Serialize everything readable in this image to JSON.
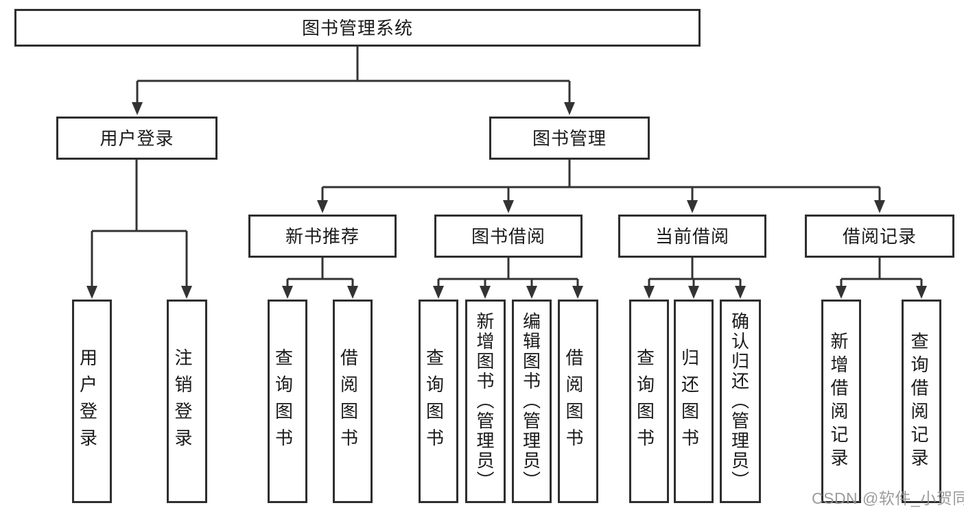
{
  "diagram": {
    "root": "图书管理系统",
    "level1": {
      "user_login": "用户登录",
      "book_mgmt": "图书管理"
    },
    "level2": {
      "new_book_rec": "新书推荐",
      "book_borrow": "图书借阅",
      "current_borrow": "当前借阅",
      "borrow_record": "借阅记录"
    },
    "leaves": {
      "user_login": [
        "用户登录",
        "注销登录"
      ],
      "new_book_rec": [
        "查询图书",
        "借阅图书"
      ],
      "book_borrow": [
        "查询图书",
        "新增图书（管理员）",
        "编辑图书（管理员）",
        "借阅图书"
      ],
      "current_borrow": [
        "查询图书",
        "归还图书",
        "确认归还（管理员）"
      ],
      "borrow_record": [
        "新增借阅记录",
        "查询借阅记录"
      ]
    }
  },
  "watermark": "CSDN @软件_小贺同学",
  "colors": {
    "line": "#333333",
    "border": "#2e2e2e",
    "text": "#1a1a1a",
    "watermark": "#949494",
    "background": "#ffffff"
  }
}
